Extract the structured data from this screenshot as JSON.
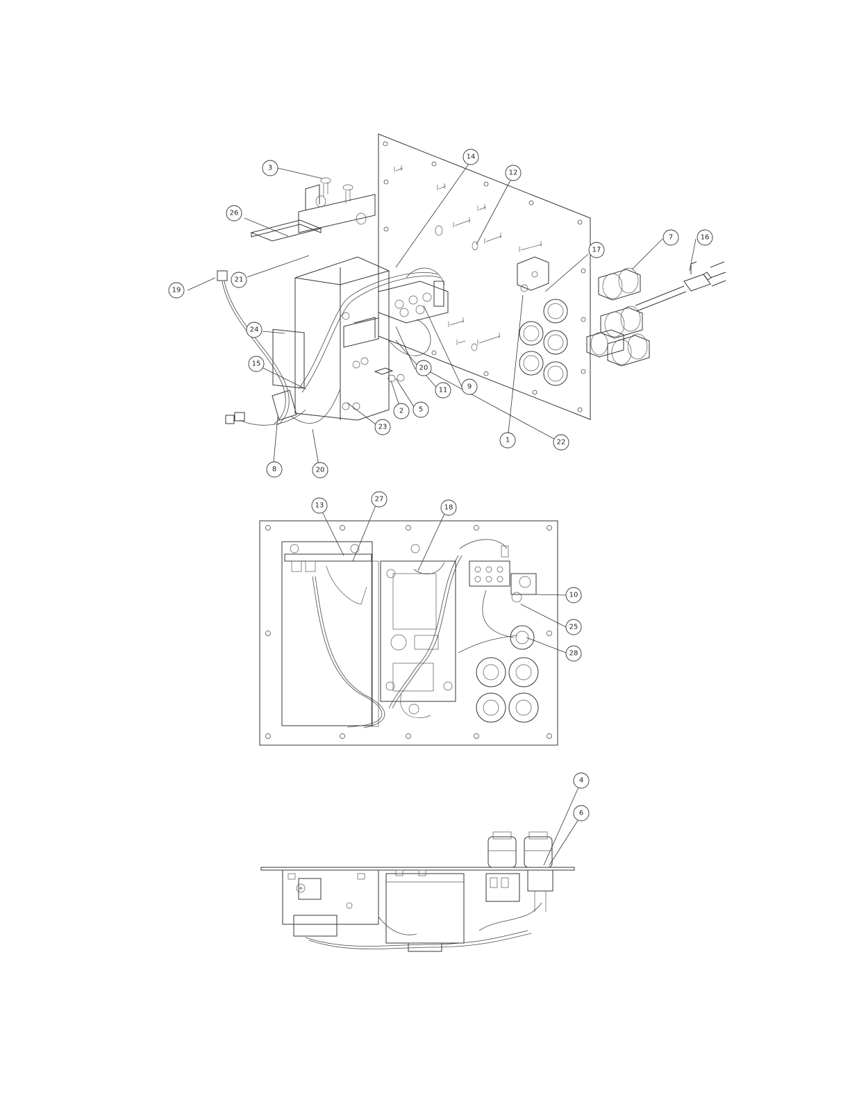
{
  "drawing": {
    "views": [
      {
        "name": "exploded-isometric",
        "callouts": [
          "3",
          "14",
          "12",
          "26",
          "21",
          "19",
          "24",
          "15",
          "7",
          "16",
          "17",
          "20",
          "11",
          "9",
          "5",
          "2",
          "23",
          "1",
          "22",
          "8",
          "20"
        ]
      },
      {
        "name": "front-view",
        "callouts": [
          "13",
          "27",
          "18",
          "10",
          "25",
          "28"
        ]
      },
      {
        "name": "side-view",
        "callouts": [
          "4",
          "6"
        ]
      }
    ]
  }
}
